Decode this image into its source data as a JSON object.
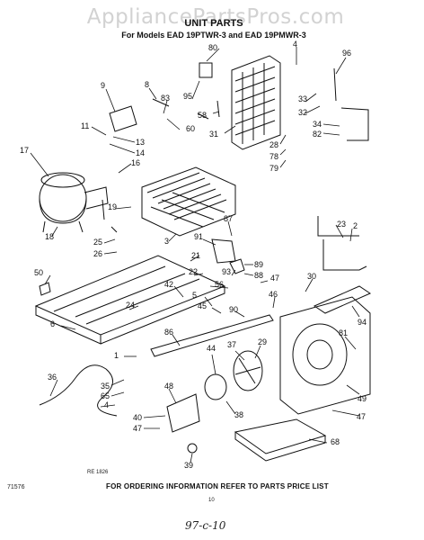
{
  "watermark": "AppliancePartsPros.com",
  "header": {
    "title": "UNIT PARTS",
    "subtitle": "For Models EAD 19PTWR-3 and EAD 19PMWR-3"
  },
  "callouts": [
    "80",
    "4",
    "96",
    "9",
    "8",
    "83",
    "95",
    "58",
    "33",
    "32",
    "34",
    "82",
    "11",
    "13",
    "14",
    "60",
    "31",
    "28",
    "78",
    "79",
    "17",
    "16",
    "19",
    "87",
    "23",
    "2",
    "18",
    "25",
    "26",
    "3",
    "91",
    "21",
    "89",
    "88",
    "50",
    "22",
    "93",
    "47",
    "30",
    "42",
    "56",
    "5",
    "45",
    "24",
    "90",
    "46",
    "94",
    "6",
    "86",
    "81",
    "37",
    "29",
    "1",
    "44",
    "36",
    "35",
    "65",
    "4",
    "48",
    "38",
    "49",
    "40",
    "47",
    "47",
    "68",
    "39"
  ],
  "footer": {
    "figure_code": "RE 1826",
    "doc_number": "71576",
    "ordering_note": "FOR ORDERING INFORMATION REFER TO PARTS PRICE LIST",
    "page": "10",
    "handwritten_note": "97-c-10"
  }
}
